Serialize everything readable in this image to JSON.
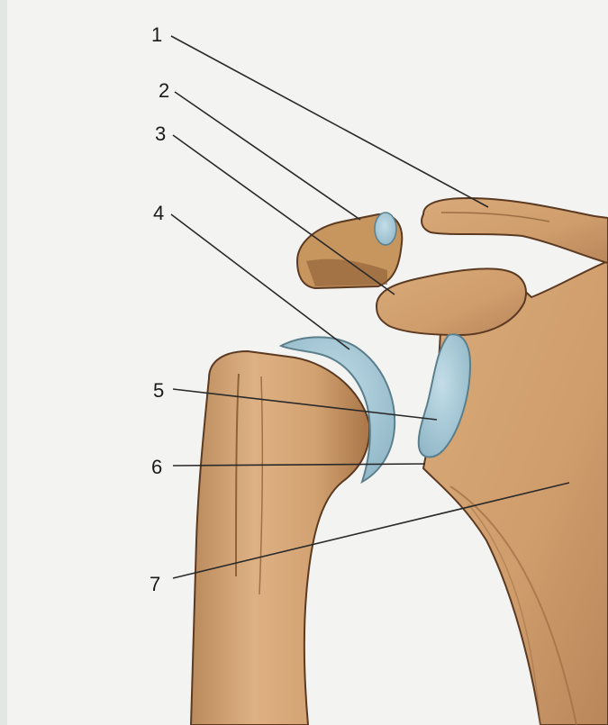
{
  "figure": {
    "labels": [
      "1",
      "2",
      "3",
      "4",
      "5",
      "6",
      "7"
    ]
  },
  "colors": {
    "background": "#f3f4f2",
    "bone": "#d6a777",
    "bone_shadow": "#9c6e43",
    "bone_outline": "#5c3a22",
    "cartilage": "#9cc3d3",
    "cartilage_outline": "#5c7f8c",
    "leader_line": "#2a2a2a"
  }
}
